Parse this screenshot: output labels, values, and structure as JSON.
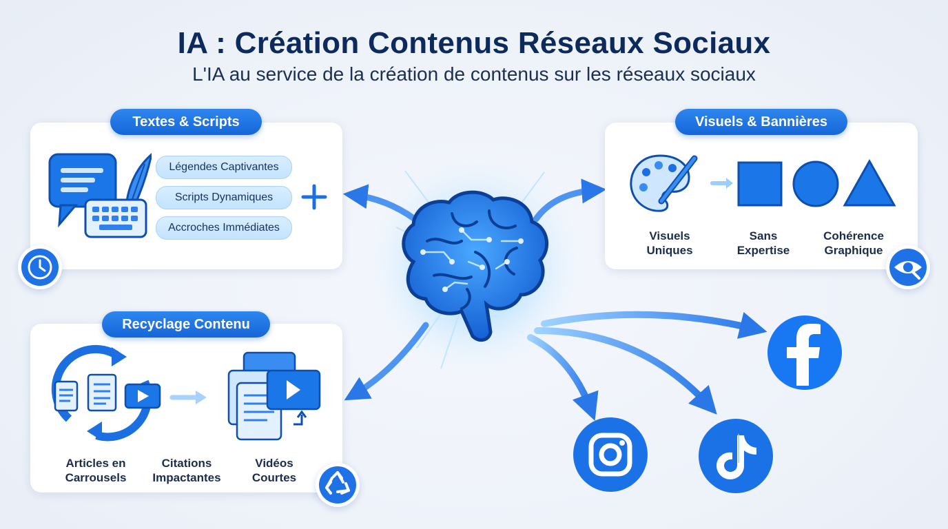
{
  "header": {
    "title": "IA : Création Contenus Réseaux Sociaux",
    "subtitle": "L'IA au service de la création de contenus sur les réseaux sociaux"
  },
  "texts_card": {
    "title": "Textes & Scripts",
    "items": [
      "Légendes Captivantes",
      "Scripts Dynamiques",
      "Accroches Immédiates"
    ],
    "icons": [
      "chat-bubble-icon",
      "quill-icon",
      "keyboard-icon",
      "plus-icon",
      "clock-icon"
    ]
  },
  "visuals_card": {
    "title": "Visuels & Bannières",
    "captions": [
      {
        "line1": "Visuels",
        "line2": "Uniques"
      },
      {
        "line1": "Sans",
        "line2": "Expertise"
      },
      {
        "line1": "Cohérence",
        "line2": "Graphique"
      }
    ],
    "icons": [
      "palette-icon",
      "square-icon",
      "circle-icon",
      "triangle-icon",
      "eye-search-icon"
    ]
  },
  "recycle_card": {
    "title": "Recyclage Contenu",
    "captions": [
      {
        "line1": "Articles en",
        "line2": "Carrousels"
      },
      {
        "line1": "Citations",
        "line2": "Impactantes"
      },
      {
        "line1": "Vidéos",
        "line2": "Courtes"
      }
    ],
    "icons": [
      "cycle-documents-icon",
      "stacked-media-icon",
      "recycle-icon"
    ]
  },
  "center": {
    "icon": "ai-brain-icon"
  },
  "networks": [
    "facebook",
    "instagram",
    "tiktok"
  ],
  "colors": {
    "primary": "#1566d8",
    "accent": "#2f86ef",
    "chip": "#c3e3ff",
    "title": "#0c2a5c",
    "background": "#eef2f9"
  }
}
